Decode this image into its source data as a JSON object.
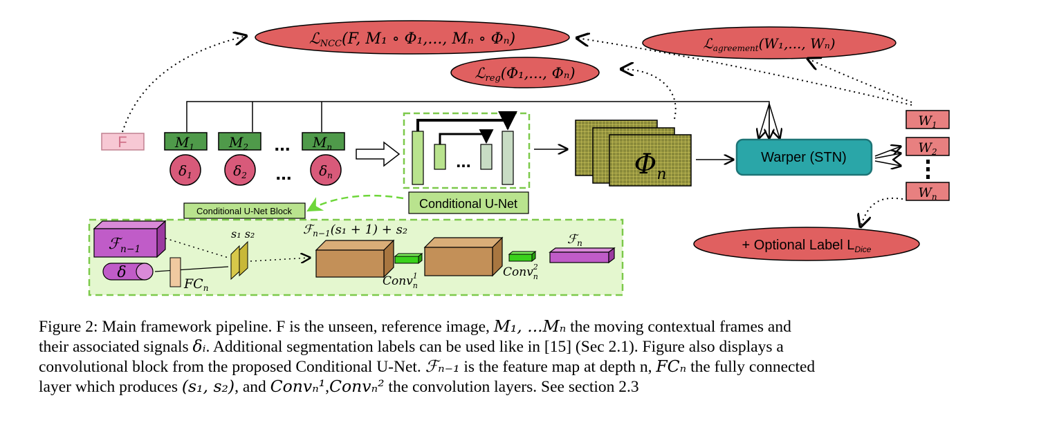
{
  "colors": {
    "loss_fill": "#e06060",
    "frame_fill": "#4f9a4a",
    "signal_fill": "#d85a7a",
    "block_bg": "#e4f7cf",
    "block_border": "#7cc94a",
    "unet_layer": "#b9e38e",
    "warper_fill": "#2aa6a8",
    "weight_fill": "#e88080",
    "feature_fill": "#c05cc8",
    "brown_block": "#c39058",
    "conv_green": "#3ad21c",
    "scale_yellow": "#d8c84a"
  },
  "losses": {
    "ncc": {
      "main": "ℒ",
      "sub": "NCC",
      "args": "(F, M₁ ∘ Φ₁,..., Mₙ ∘ Φₙ)"
    },
    "reg": {
      "main": "ℒ",
      "sub": "reg",
      "args": "(Φ₁,..., Φₙ)"
    },
    "agreement": {
      "main": "ℒ",
      "sub": "agreement",
      "args": "(W₁,..., Wₙ)"
    },
    "dice": {
      "text": "+ Optional Label L",
      "sub": "Dice"
    }
  },
  "reference": {
    "label": "F"
  },
  "frames": [
    {
      "label": "M",
      "sub": "1"
    },
    {
      "label": "M",
      "sub": "2"
    },
    {
      "label": "M",
      "sub": "n"
    }
  ],
  "signals": [
    {
      "label": "δ",
      "sub": "1"
    },
    {
      "label": "δ",
      "sub": "2"
    },
    {
      "label": "δ",
      "sub": "n"
    }
  ],
  "ellipsis": "...",
  "unet": {
    "label": "Conditional U-Net",
    "inner_dots": "..."
  },
  "block_label": "Conditional U-Net  Block",
  "phi": {
    "main": "Φ",
    "sub": "n"
  },
  "warper": {
    "label": "Warper (STN)"
  },
  "weights": [
    {
      "label": "W",
      "sub": "1"
    },
    {
      "label": "W",
      "sub": "2"
    },
    {
      "label": "W",
      "sub": "n"
    }
  ],
  "block": {
    "fin_main": "ℱ",
    "fin_sub": "n−1",
    "delta": "δ",
    "fc_main": "FC",
    "fc_sub": "n",
    "s_label": "s₁ s₂",
    "mod_main": "ℱ",
    "mod_sub": "n−1",
    "mod_rest": "(s₁ + 1)  + s₂",
    "conv1_main": "Conv",
    "conv1_sup": "1",
    "conv1_sub": "n",
    "conv2_main": "Conv",
    "conv2_sup": "2",
    "conv2_sub": "n",
    "fout_main": "ℱ",
    "fout_sub": "n"
  },
  "caption": {
    "l1_a": "Figure 2: Main framework pipeline. F is the unseen, reference image, ",
    "l1_m1": "M₁, ...Mₙ",
    "l1_b": " the moving contextual frames and",
    "l2_a": "their associated signals ",
    "l2_delta": "δᵢ",
    "l2_b": ". Additional segmentation labels can be used like in [15] (Sec 2.1). Figure also displays a",
    "l3_a": "convolutional block from the proposed Conditional U-Net. ",
    "l3_f": "ℱₙ₋₁",
    "l3_b": " is the feature map at depth n, ",
    "l3_fc": "FCₙ",
    "l3_c": " the fully connected",
    "l4_a": "layer which produces ",
    "l4_s": "(s₁, s₂)",
    "l4_b": ", and ",
    "l4_c1": "Convₙ¹",
    "l4_comma": ",",
    "l4_c2": "Convₙ²",
    "l4_c": " the convolution layers. See section 2.3"
  }
}
